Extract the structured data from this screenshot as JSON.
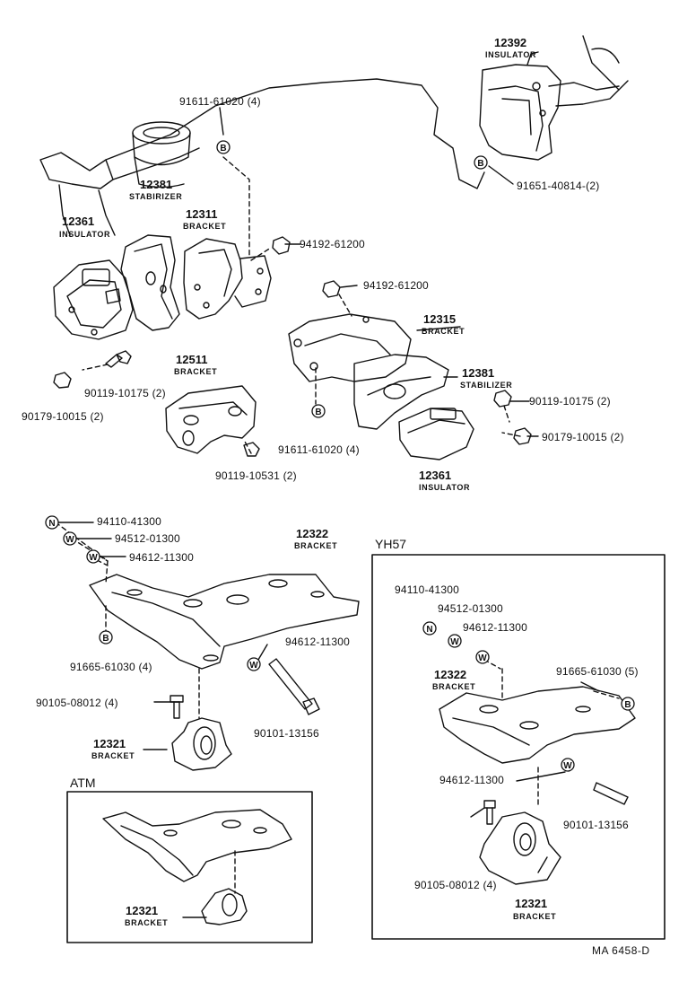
{
  "parts": {
    "p91611_top": "91611-61020 (4)",
    "p12392_num": "12392",
    "p12392_name": "INSULATOR",
    "p91651": "91651-40814-(2)",
    "p12381_num": "12381",
    "p12381_name": "STABIRIZER",
    "p12311_num": "12311",
    "p12311_name": "BRACKET",
    "p12361_num": "12361",
    "p12361_name": "INSULATOR",
    "p94192_a": "94192-61200",
    "p94192_b": "94192-61200",
    "p12315_num": "12315",
    "p12315_name": "BRACKET",
    "p12381r_num": "12381",
    "p12381r_name": "STABILIZER",
    "p12511_num": "12511",
    "p12511_name": "BRACKET",
    "p90119_l": "90119-10175 (2)",
    "p90179_l": "90179-10015 (2)",
    "p90119_r": "90119-10175 (2)",
    "p90179_r": "90179-10015 (2)",
    "p91611_mid": "91611-61020 (4)",
    "p90119_10531": "90119-10531 (2)",
    "p12361r_num": "12361",
    "p12361r_name": "INSULATOR",
    "p94110_l": "94110-41300",
    "p94512_l": "94512-01300",
    "p94612_l1": "94612-11300",
    "p12322_l_num": "12322",
    "p12322_l_name": "BRACKET",
    "p94612_l2": "94612-11300",
    "p91665_l": "91665-61030 (4)",
    "p90105_l": "90105-08012 (4)",
    "p90101_l": "90101-13156",
    "p12321_l_num": "12321",
    "p12321_l_name": "BRACKET",
    "p12321_atm_num": "12321",
    "p12321_atm_name": "BRACKET",
    "p94110_r": "94110-41300",
    "p94512_r": "94512-01300",
    "p94612_r1": "94612-11300",
    "p12322_r_num": "12322",
    "p12322_r_name": "BRACKET",
    "p91665_r": "91665-61030 (5)",
    "p94612_r2": "94612-11300",
    "p90101_r": "90101-13156",
    "p90105_r": "90105-08012 (4)",
    "p12321_r_num": "12321",
    "p12321_r_name": "BRACKET"
  },
  "markers": {
    "bolt": "B",
    "nut": "N",
    "washer": "W"
  },
  "sections": {
    "atm": "ATM",
    "yh57": "YH57"
  },
  "reference": "MA  6458-D"
}
